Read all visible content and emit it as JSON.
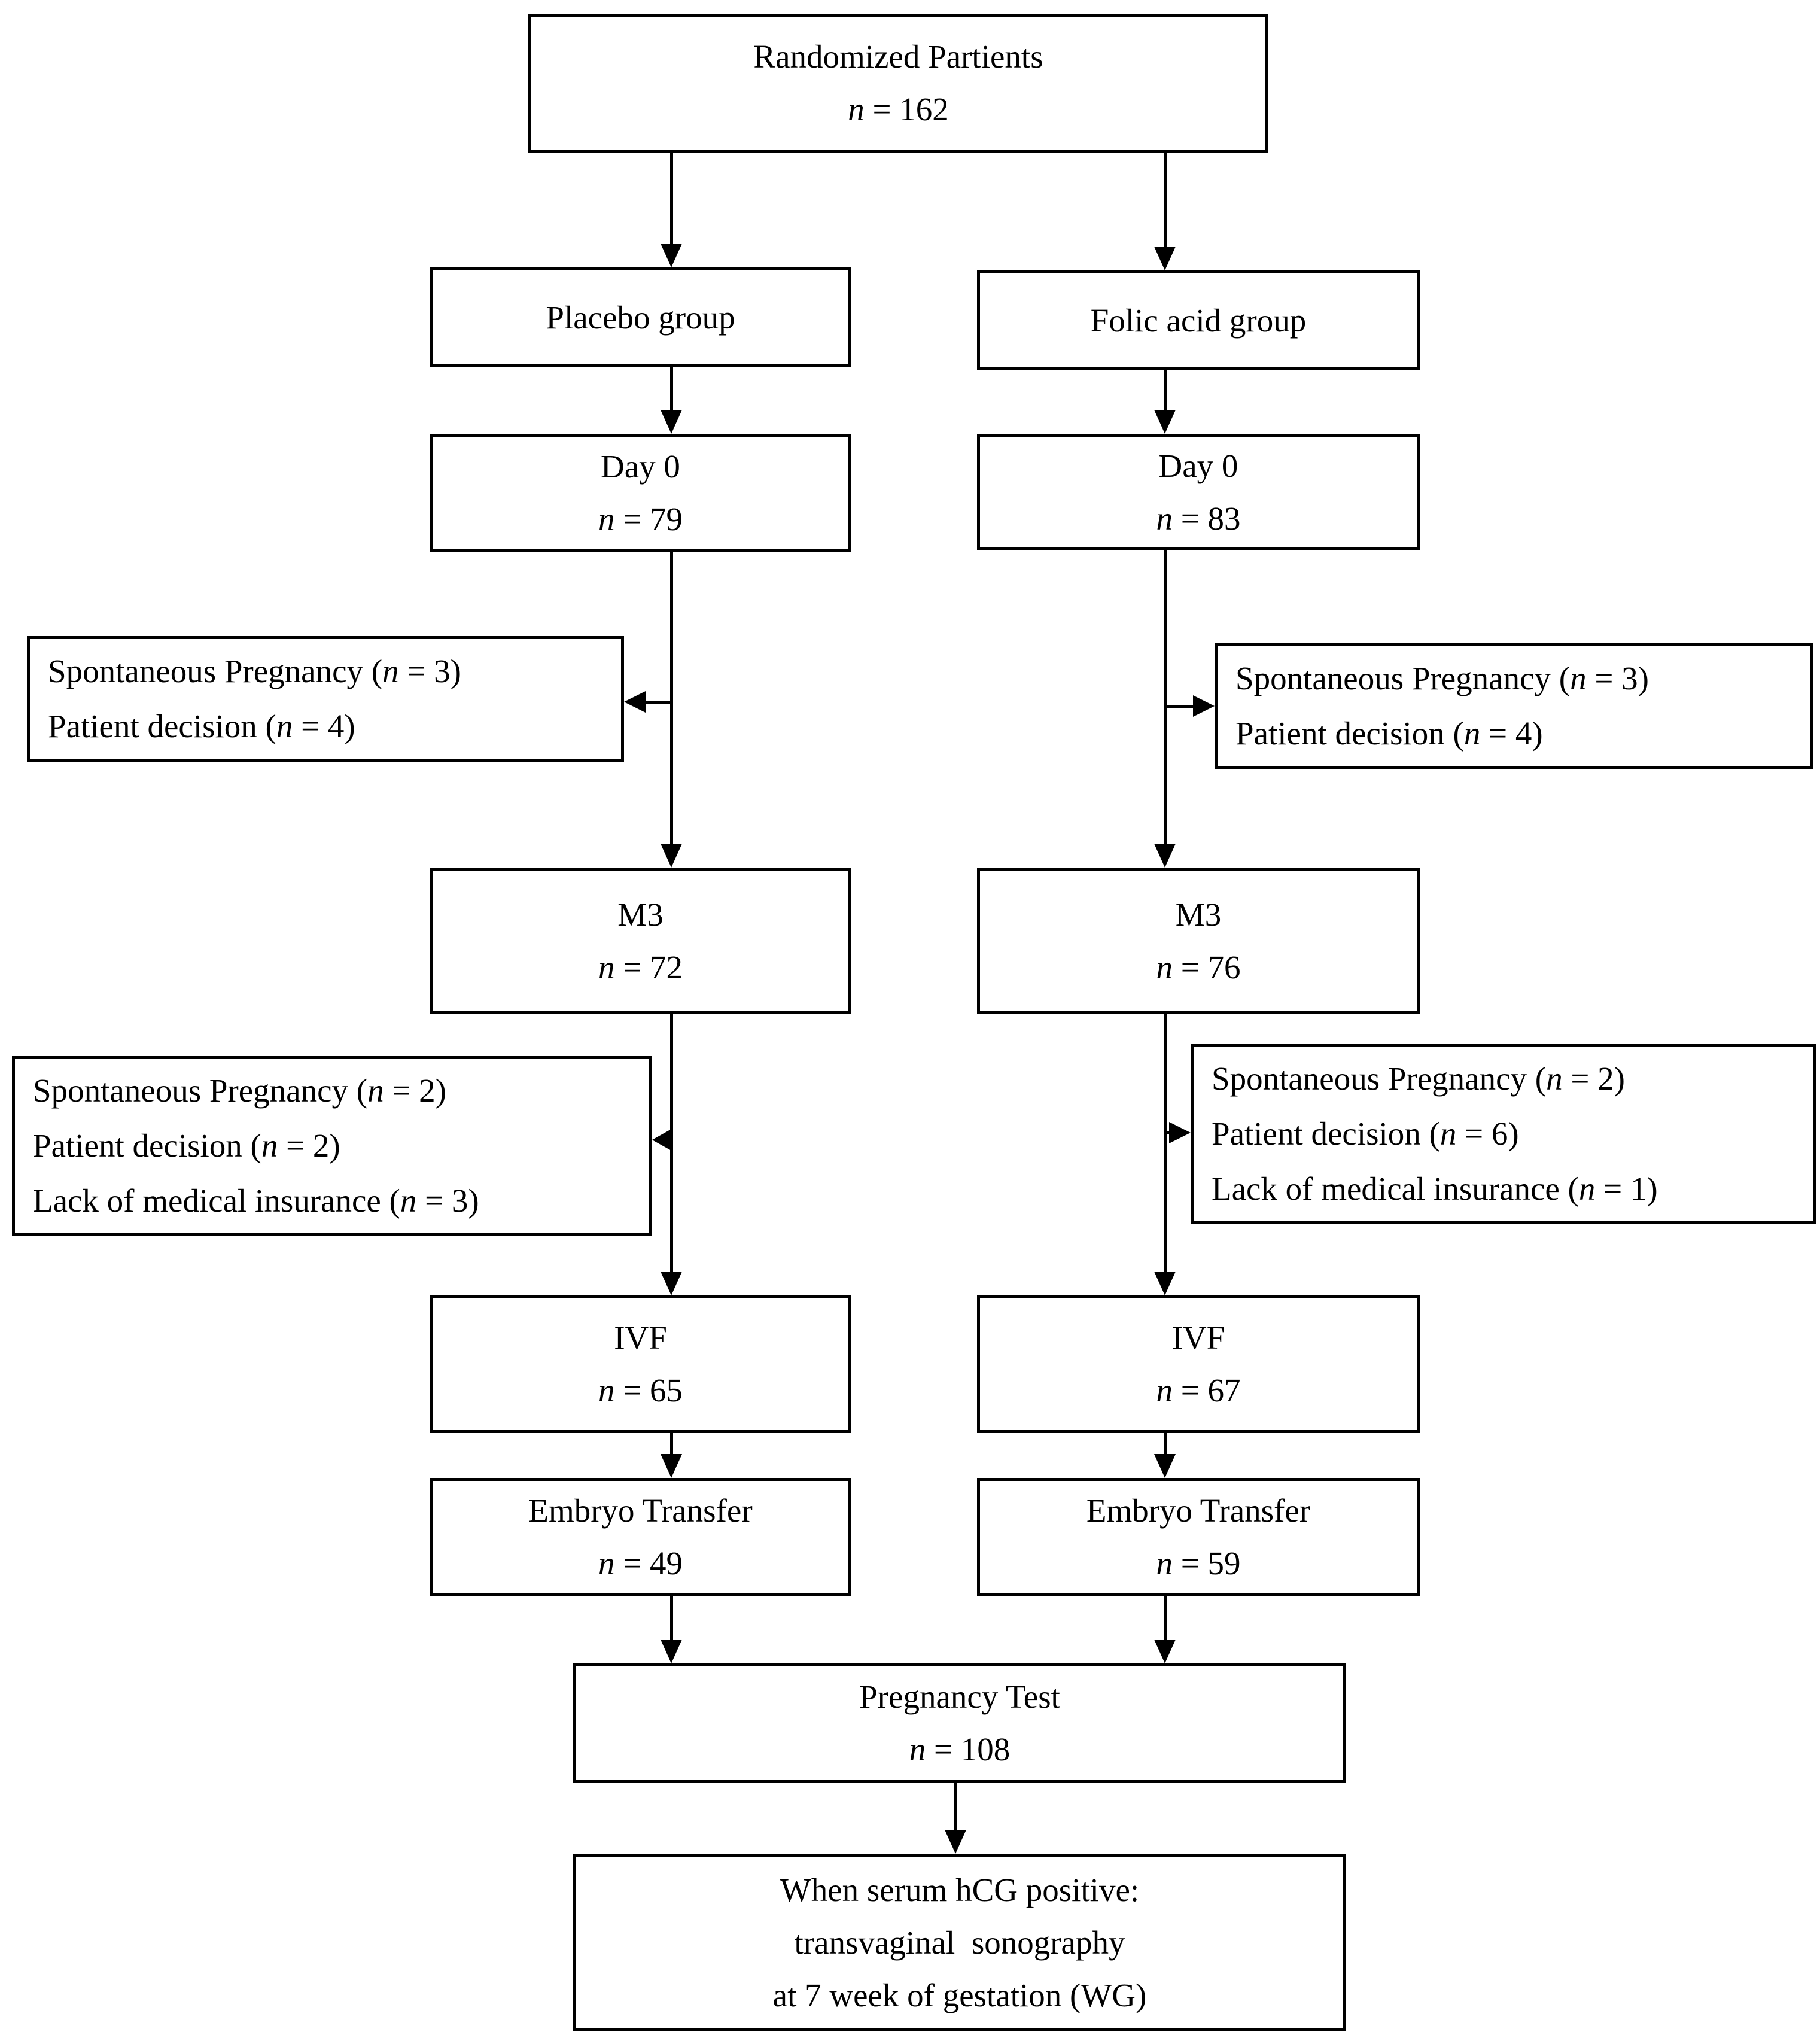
{
  "figure": {
    "type": "flow-diagram",
    "description": "Randomized patient flow diagram: placebo vs folic acid groups through Day 0, M3, IVF, embryo transfer, pregnancy test and sonography"
  },
  "colors": {
    "stroke": "#000000",
    "background": "#ffffff"
  },
  "boxes": {
    "randomized": {
      "lines": [
        {
          "pre": "Randomized Partients"
        },
        {
          "it": "n",
          "post": " = 162"
        }
      ]
    },
    "placebo": {
      "lines": [
        {
          "pre": "Placebo group"
        }
      ]
    },
    "folic": {
      "lines": [
        {
          "pre": "Folic acid group"
        }
      ]
    },
    "day0_left": {
      "lines": [
        {
          "pre": "Day 0"
        },
        {
          "it": "n",
          "post": " = 79"
        }
      ]
    },
    "day0_right": {
      "lines": [
        {
          "pre": "Day 0"
        },
        {
          "it": "n",
          "post": " = 83"
        }
      ]
    },
    "dropout1_left": {
      "lines": [
        {
          "pre": "Spontaneous Pregnancy (",
          "it": "n",
          "post": " = 3)"
        },
        {
          "pre": "Patient decision (",
          "it": "n",
          "post": " = 4)"
        }
      ]
    },
    "dropout1_right": {
      "lines": [
        {
          "pre": "Spontaneous Pregnancy (",
          "it": "n",
          "post": " = 3)"
        },
        {
          "pre": "Patient decision (",
          "it": "n",
          "post": " = 4)"
        }
      ]
    },
    "m3_left": {
      "lines": [
        {
          "pre": "M3"
        },
        {
          "it": "n",
          "post": " = 72"
        }
      ]
    },
    "m3_right": {
      "lines": [
        {
          "pre": "M3"
        },
        {
          "it": "n",
          "post": " = 76"
        }
      ]
    },
    "dropout2_left": {
      "lines": [
        {
          "pre": "Spontaneous Pregnancy (",
          "it": "n",
          "post": " = 2)"
        },
        {
          "pre": "Patient decision (",
          "it": "n",
          "post": " = 2)"
        },
        {
          "pre": "Lack of medical insurance (",
          "it": "n",
          "post": " = 3)"
        }
      ]
    },
    "dropout2_right": {
      "lines": [
        {
          "pre": "Spontaneous Pregnancy (",
          "it": "n",
          "post": " = 2)"
        },
        {
          "pre": "Patient decision (",
          "it": "n",
          "post": " = 6)"
        },
        {
          "pre": "Lack of medical insurance (",
          "it": "n",
          "post": " = 1)"
        }
      ]
    },
    "ivf_left": {
      "lines": [
        {
          "pre": "IVF"
        },
        {
          "it": "n",
          "post": " = 65"
        }
      ]
    },
    "ivf_right": {
      "lines": [
        {
          "pre": "IVF"
        },
        {
          "it": "n",
          "post": " = 67"
        }
      ]
    },
    "embryo_left": {
      "lines": [
        {
          "pre": "Embryo Transfer"
        },
        {
          "it": "n",
          "post": " = 49"
        }
      ]
    },
    "embryo_right": {
      "lines": [
        {
          "pre": "Embryo Transfer"
        },
        {
          "it": "n",
          "post": " = 59"
        }
      ]
    },
    "pregnancy_test": {
      "lines": [
        {
          "pre": "Pregnancy Test"
        },
        {
          "it": "n",
          "post": " = 108"
        }
      ]
    },
    "final": {
      "lines": [
        {
          "pre": "When serum hCG positive:"
        },
        {
          "pre": "transvaginal  sonography"
        },
        {
          "pre": "at 7 week of gestation (WG)"
        }
      ]
    }
  }
}
